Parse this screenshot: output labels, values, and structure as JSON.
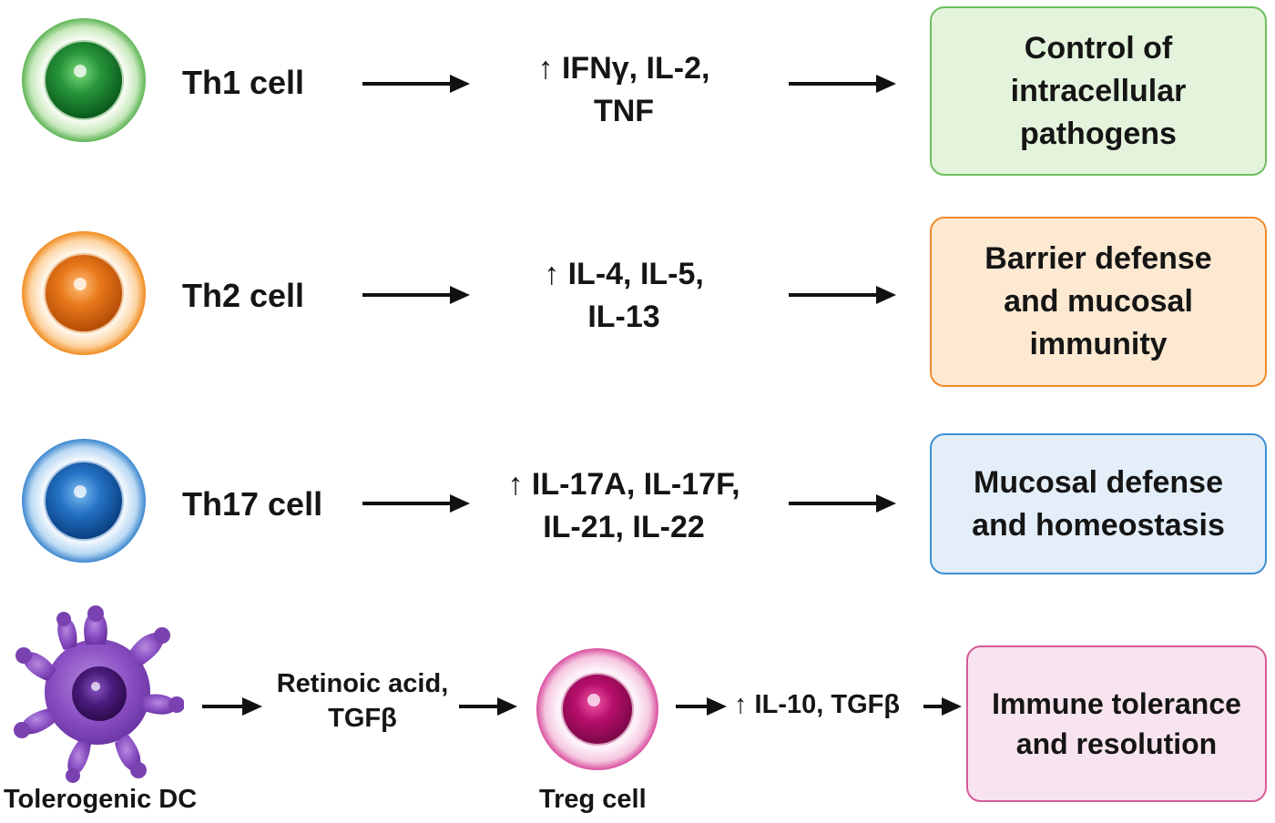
{
  "rows": [
    {
      "cell_label": "Th1 cell",
      "cytokines": [
        "↑ IFNγ, IL-2,",
        "TNF"
      ],
      "outcome": [
        "Control of",
        "intracellular",
        "pathogens"
      ],
      "colors": {
        "ring_light": "#dff0d6",
        "ring_edge": "#4aa944",
        "nucleus_light": "#4cc04e",
        "nucleus_dark": "#0e6a22",
        "box_fill": "#e4f3dc",
        "box_border": "#6bbf5d"
      }
    },
    {
      "cell_label": "Th2 cell",
      "cytokines": [
        "↑ IL-4, IL-5,",
        "IL-13"
      ],
      "outcome": [
        "Barrier defense",
        "and mucosal",
        "immunity"
      ],
      "colors": {
        "ring_light": "#fde3c4",
        "ring_edge": "#f08a1e",
        "nucleus_light": "#f5a13a",
        "nucleus_dark": "#c25607",
        "box_fill": "#fde9d2",
        "box_border": "#f08a2a"
      }
    },
    {
      "cell_label": "Th17 cell",
      "cytokines": [
        "↑ IL-17A, IL-17F,",
        "IL-21, IL-22"
      ],
      "outcome": [
        "Mucosal defense",
        "and homeostasis"
      ],
      "colors": {
        "ring_light": "#d6e8f8",
        "ring_edge": "#3b86cf",
        "nucleus_light": "#3e8fd8",
        "nucleus_dark": "#0d4d96",
        "box_fill": "#e3eef9",
        "box_border": "#3e8fd3"
      }
    }
  ],
  "treg_row": {
    "dc_label": "Tolerogenic DC",
    "inducers": [
      "Retinoic acid,",
      "TGFβ"
    ],
    "treg_label": "Treg cell",
    "cytokines": "↑ IL-10, TGFβ",
    "outcome": [
      "Immune tolerance",
      "and resolution"
    ],
    "colors": {
      "dc_body": "#8a4fc2",
      "dc_nucleus": "#4a1b7a",
      "treg_ring": "#f7d6e8",
      "treg_edge": "#d94e9e",
      "treg_nucleus": "#b80f6c",
      "box_fill": "#f8e4ee",
      "box_border": "#d55a98"
    }
  }
}
